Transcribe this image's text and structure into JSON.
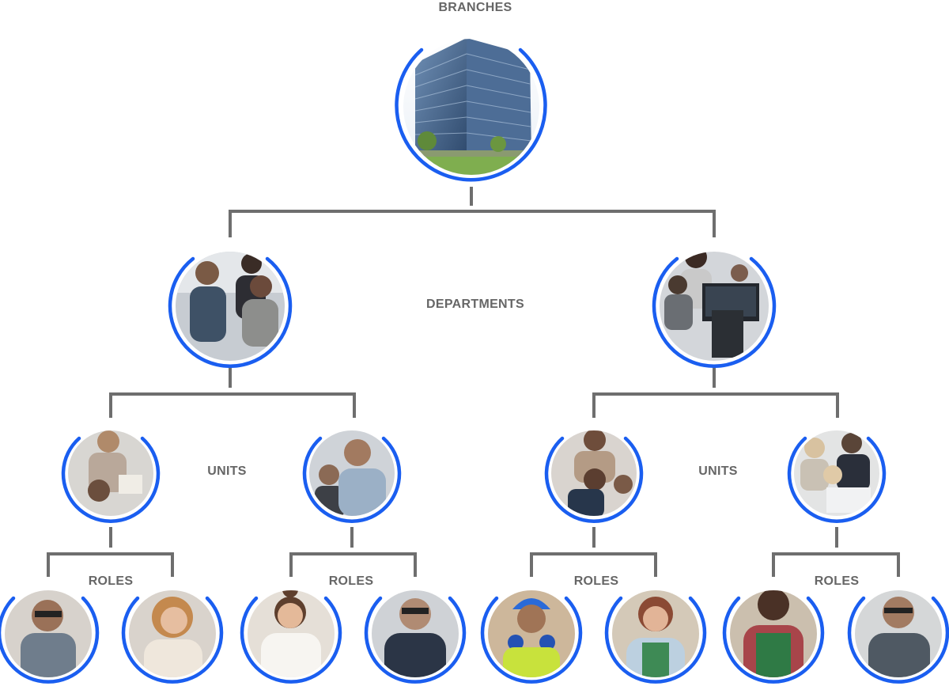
{
  "labels": {
    "branches": "BRANCHES",
    "departments": "DEPARTMENTS",
    "units_left": "UNITS",
    "units_right": "UNITS",
    "roles_1": "ROLES",
    "roles_2": "ROLES",
    "roles_3": "ROLES",
    "roles_4": "ROLES"
  },
  "colors": {
    "ring": "#1a5ef0",
    "connector": "#6e6e6e",
    "label": "#666666"
  },
  "nodes": {
    "branch": "office-building-photo",
    "department_left": "team-meeting-photo",
    "department_right": "office-workstation-photo",
    "unit_1": "woman-reading-photo",
    "unit_2": "smiling-men-photo",
    "unit_3": "team-laptop-photo",
    "unit_4": "colleagues-screen-photo",
    "role_1": "man-glasses-laptop-photo",
    "role_2": "woman-smiling-photo",
    "role_3": "woman-white-shirt-photo",
    "role_4": "man-glasses-portrait-photo",
    "role_5": "construction-worker-photo",
    "role_6": "woman-apron-photo",
    "role_7": "man-green-apron-photo",
    "role_8": "man-casual-photo"
  }
}
